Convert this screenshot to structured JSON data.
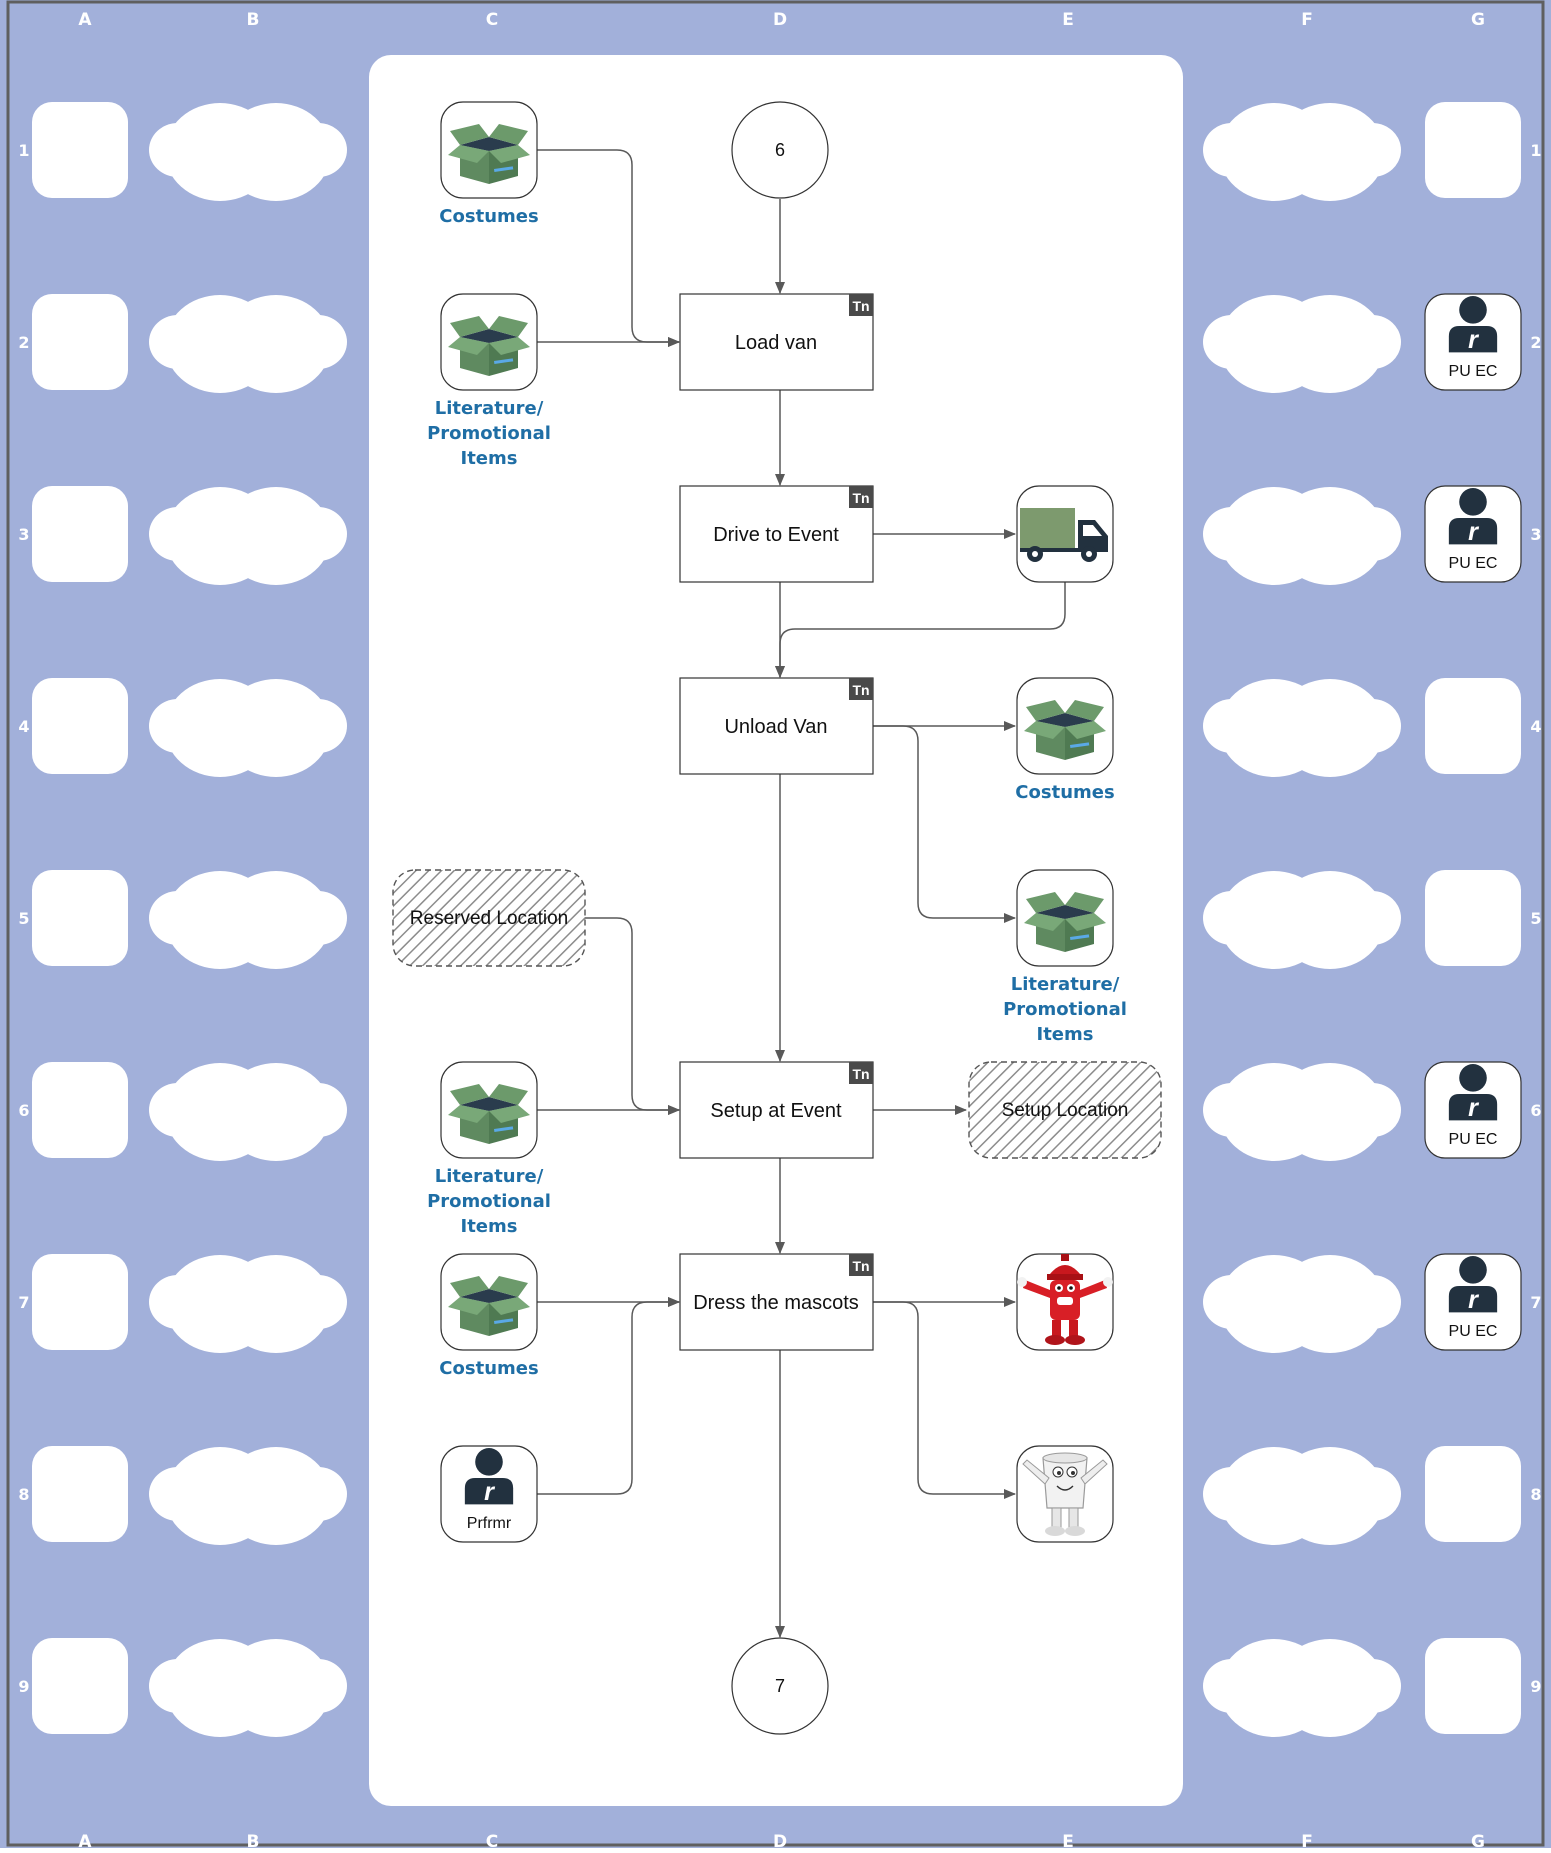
{
  "colors": {
    "background": "#a2b0da",
    "frame": "#5f5f5f",
    "canvas": "#ffffff",
    "connector": "#595959",
    "blue_label": "#1f6ea5",
    "box_green": "#5f8a60",
    "box_dark": "#2a3c4d",
    "truck_green": "#7d9a6e",
    "person_dark": "#22313f",
    "tn_badge": "#4a4a4a"
  },
  "grid": {
    "columns": [
      "A",
      "B",
      "C",
      "D",
      "E",
      "F",
      "G"
    ],
    "rows": [
      "1",
      "2",
      "3",
      "4",
      "5",
      "6",
      "7",
      "8",
      "9"
    ]
  },
  "connectors": {
    "start": "6",
    "end": "7"
  },
  "tasks": [
    {
      "id": "load",
      "label": "Load van",
      "badge": "Tn"
    },
    {
      "id": "drive",
      "label": "Drive to Event",
      "badge": "Tn"
    },
    {
      "id": "unload",
      "label": "Unload Van",
      "badge": "Tn"
    },
    {
      "id": "setup",
      "label": "Setup at Event",
      "badge": "Tn"
    },
    {
      "id": "dress",
      "label": "Dress the mascots",
      "badge": "Tn"
    }
  ],
  "resources": [
    {
      "id": "c1",
      "icon": "box-icon",
      "label": "Costumes"
    },
    {
      "id": "c2",
      "icon": "box-icon",
      "label": "Literature/ Promotional Items",
      "lines": [
        "Literature/",
        "Promotional",
        "Items"
      ]
    },
    {
      "id": "e3",
      "icon": "truck-icon",
      "label": ""
    },
    {
      "id": "e4",
      "icon": "box-icon",
      "label": "Costumes"
    },
    {
      "id": "e5",
      "icon": "box-icon",
      "label": "Literature/ Promotional Items",
      "lines": [
        "Literature/",
        "Promotional",
        "Items"
      ]
    },
    {
      "id": "c6",
      "icon": "box-icon",
      "label": "Literature/ Promotional Items",
      "lines": [
        "Literature/",
        "Promotional",
        "Items"
      ]
    },
    {
      "id": "c7",
      "icon": "box-icon",
      "label": "Costumes"
    },
    {
      "id": "c8",
      "icon": "person-icon",
      "label": "Prfrmr"
    },
    {
      "id": "e7",
      "icon": "hydrant-mascot-icon",
      "label": ""
    },
    {
      "id": "e8",
      "icon": "cup-mascot-icon",
      "label": ""
    }
  ],
  "locations": [
    {
      "id": "reserved",
      "label": "Reserved Location"
    },
    {
      "id": "setuploc",
      "label": "Setup Location"
    }
  ],
  "roles": [
    {
      "row": "2",
      "label": "PU EC"
    },
    {
      "row": "3",
      "label": "PU EC"
    },
    {
      "row": "6",
      "label": "PU EC"
    },
    {
      "row": "7",
      "label": "PU EC"
    }
  ]
}
